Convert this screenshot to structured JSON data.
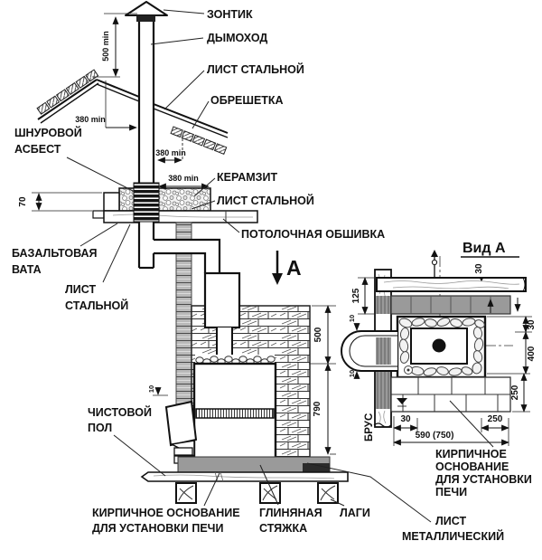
{
  "meta": {
    "view_title": "Вид А",
    "section_marker": "А",
    "drawing_type": "Схема установки печи и дымохода (разрез и вид А)"
  },
  "labels": {
    "zontik": "ЗОНТИК",
    "dymohod": "ДЫМОХОД",
    "list_stalnoy_roof": "ЛИСТ СТАЛЬНОЙ",
    "obreshetka": "ОБРЕШЕТКА",
    "shnur_1": "ШНУРОВОЙ",
    "shnur_2": "АСБЕСТ",
    "keramzit": "КЕРАМЗИТ",
    "list_stalnoy_potolok": "ЛИСТ СТАЛЬНОЙ",
    "potolochnaya_obshivka": "ПОТОЛОЧНАЯ ОБШИВКА",
    "bazalt_1": "БАЗАЛЬТОВАЯ",
    "bazalt_2": "ВАТА",
    "list_stalnoy_stena_1": "ЛИСТ",
    "list_stalnoy_stena_2": "СТАЛЬНОЙ",
    "chistovoy_pol_1": "ЧИСТОВОЙ",
    "chistovoy_pol_2": "ПОЛ",
    "kirpich_osn_left_1": "КИРПИЧНОЕ ОСНОВАНИЕ",
    "kirpich_osn_left_2": "ДЛЯ УСТАНОВКИ ПЕЧИ",
    "glina_1": "ГЛИНЯНАЯ",
    "glina_2": "СТЯЖКА",
    "lagi": "ЛАГИ",
    "list_metal_1": "ЛИСТ",
    "list_metal_2": "МЕТАЛЛИЧЕСКИЙ",
    "brus": "БРУС",
    "kirpich_osn_right_1": "КИРПИЧНОЕ",
    "kirpich_osn_right_2": "ОСНОВАНИЕ",
    "kirpich_osn_right_3": "ДЛЯ УСТАНОВКИ",
    "kirpich_osn_right_4": "ПЕЧИ"
  },
  "dims": {
    "d500min": "500 min",
    "d380": "380 min",
    "d70": "70",
    "d500": "500",
    "d790": "790",
    "d10": "10",
    "d125": "125",
    "d30": "30",
    "d400": "400",
    "d250": "250",
    "d590": "590 (750)"
  },
  "colors": {
    "line": "#111111",
    "gray_fill": "#9a9a9a",
    "dark_fill": "#2b2b2b",
    "background": "#ffffff"
  }
}
